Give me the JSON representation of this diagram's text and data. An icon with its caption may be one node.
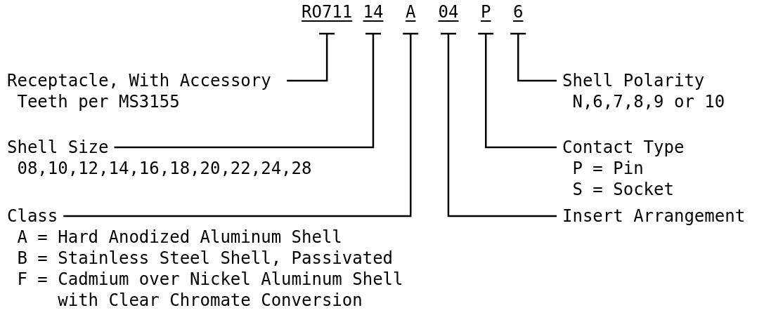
{
  "diagram": {
    "nodes": [
      {
        "text": [
          "RO711"
        ]
      },
      {
        "text": [
          "14"
        ]
      },
      {
        "text": [
          "A"
        ]
      },
      {
        "text": [
          "04"
        ]
      },
      {
        "text": [
          "P"
        ]
      },
      {
        "text": [
          "6"
        ]
      },
      {
        "text": [
          "Receptacle, With Accessory Teeth per MS3155"
        ]
      },
      {
        "text": [
          "Shell Size"
        ],
        "beside": [
          "08,10,12,14,16,18,20,22,24,28"
        ]
      },
      {
        "text": [
          "Class"
        ],
        "beside": [
          "A = Hard Anodized Aluminum Shell",
          "B = Stainless Steel Shell, Passivated",
          "F = Cadmium over Nickel Aluminum Shell with Clear Chromate Conversion"
        ]
      },
      {
        "text": [
          "Shell Polarity"
        ],
        "beside": [
          "N,6,7,8,9 or 10"
        ]
      },
      {
        "text": [
          "Contact Type"
        ],
        "beside": [
          "P = Pin",
          "S = Socket"
        ]
      },
      {
        "text": [
          "Insert Arrangement"
        ]
      }
    ],
    "edges": [
      {
        "from": 0,
        "to": 6,
        "arrow": "other"
      },
      {
        "from": 1,
        "to": 7,
        "arrow": "other"
      },
      {
        "from": 2,
        "to": 8,
        "arrow": "other"
      },
      {
        "from": 3,
        "to": 11,
        "arrow": "other"
      },
      {
        "from": 4,
        "to": 10,
        "arrow": "other"
      },
      {
        "from": 5,
        "to": 9,
        "arrow": "other"
      }
    ]
  }
}
